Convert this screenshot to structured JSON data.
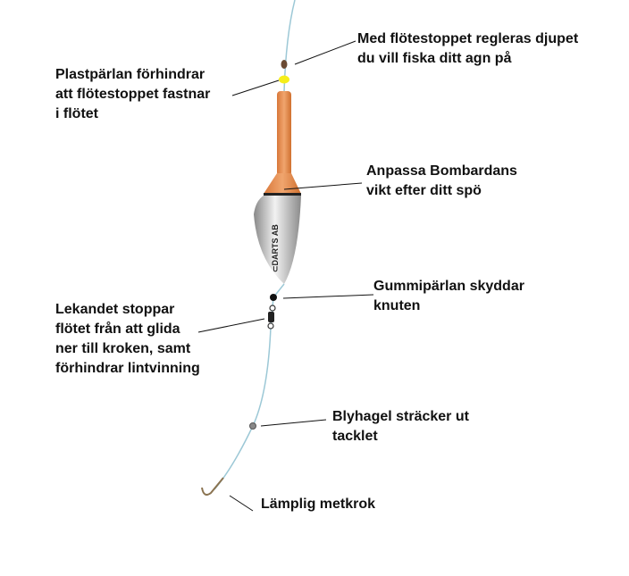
{
  "labels": {
    "float_stop": [
      "Med flötestoppet regleras djupet",
      "du vill fiska ditt agn på"
    ],
    "plastic_bead": [
      "Plastpärlan förhindrar",
      "att flötestoppet fastnar",
      "i flötet"
    ],
    "bombarda": [
      "Anpassa Bombardans",
      "vikt efter ditt spö"
    ],
    "rubber_bead": [
      "Gummipärlan skyddar",
      "knuten"
    ],
    "swivel": [
      "Lekandet stoppar",
      "flötet från att glida",
      "ner till kroken, samt",
      "förhindrar lintvinning"
    ],
    "lead_shot": [
      "Blyhagel sträcker ut",
      "tacklet"
    ],
    "hook": [
      "Lämplig metkrok"
    ]
  },
  "float_brand": "DARTS AB",
  "colors": {
    "line": "#9cc8d6",
    "orange": "#e8894a",
    "bead": "#f5ee1a",
    "body": "#b8b8b8"
  }
}
